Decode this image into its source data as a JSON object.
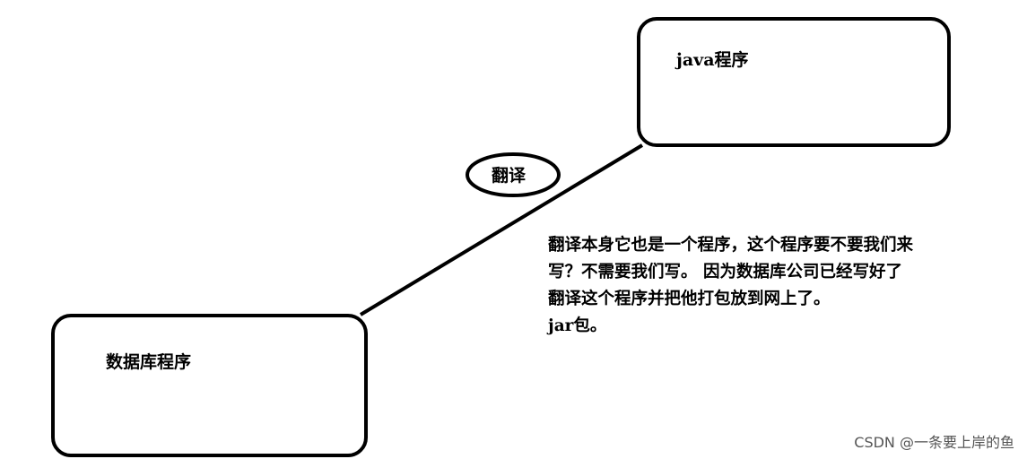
{
  "diagram": {
    "java_box": {
      "label": "java程序"
    },
    "db_box": {
      "label": "数据库程序"
    },
    "connector": {
      "label": "翻译"
    },
    "explanation": [
      "翻译本身它也是一个程序，这个程序要不要我们来",
      "写？不需要我们写。 因为数据库公司已经写好了",
      "翻译这个程序并把他打包放到网上了。",
      "jar包。"
    ],
    "colors": {
      "stroke": "#000000",
      "background": "#ffffff",
      "watermark": "#555555"
    }
  },
  "watermark": "CSDN @一条要上岸的鱼"
}
